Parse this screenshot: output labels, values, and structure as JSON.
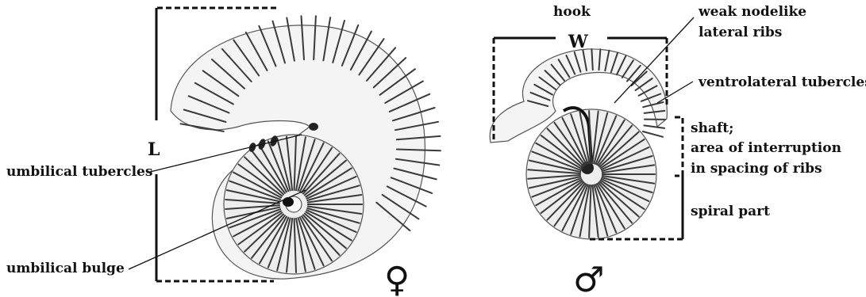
{
  "female": {
    "umbilical_tubercles": "umbilical tubercles",
    "umbilical_bulge": "umbilical bulge",
    "L": "L",
    "symbol": "♀"
  },
  "male": {
    "hook": "hook",
    "weak_ribs_1": "weak nodelike",
    "weak_ribs_2": "lateral ribs",
    "W": "W",
    "ventrolateral_tubercles": "ventrolateral tubercles",
    "shaft_1": "shaft;",
    "shaft_2": "area of interruption",
    "shaft_3": "in spacing of ribs",
    "spiral_part": "spiral part",
    "symbol": "♂"
  }
}
